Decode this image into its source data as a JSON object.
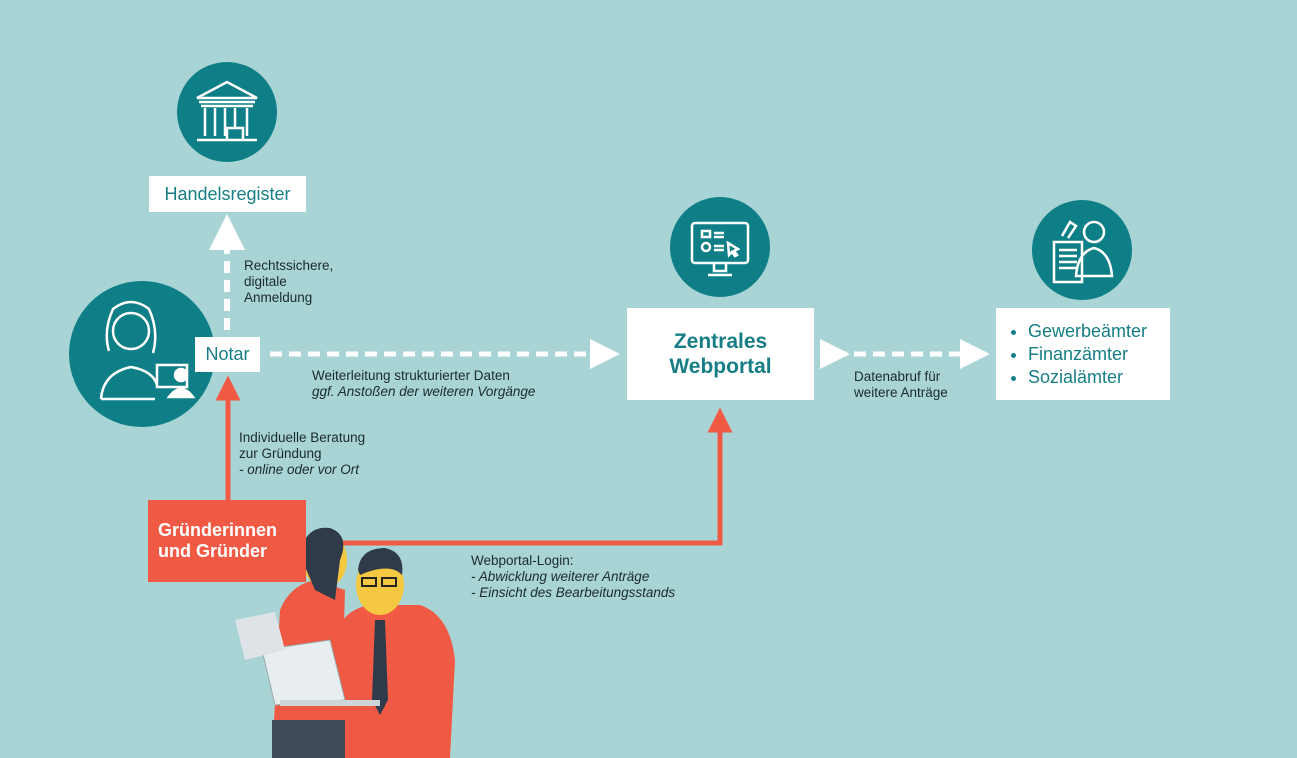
{
  "nodes": {
    "handelsregister": "Handelsregister",
    "notar": "Notar",
    "webportal_line1": "Zentrales",
    "webportal_line2": "Webportal",
    "aemter": [
      "Gewerbeämter",
      "Finanzämter",
      "Sozialämter"
    ],
    "gruender_line1": "Gründerinnen",
    "gruender_line2": "und Gründer"
  },
  "labels": {
    "rechtssicher": [
      "Rechtssichere,",
      "digitale",
      "Anmeldung"
    ],
    "weiterleitung": "Weiterleitung strukturierter Daten",
    "weiterleitung_sub": "ggf. Anstoßen der weiteren Vorgänge",
    "datenabruf": [
      "Datenabruf für",
      "weitere Anträge"
    ],
    "beratung": [
      "Individuelle Beratung",
      "zur Gründung"
    ],
    "beratung_sub": "- online oder vor Ort",
    "login": "Webportal-Login:",
    "login_items": [
      "- Abwicklung weiterer Anträge",
      "- Einsicht des Bearbeitungsstands"
    ]
  },
  "colors": {
    "background": "#a8d4d6",
    "teal": "#0e7f86",
    "red": "#f05a44"
  }
}
